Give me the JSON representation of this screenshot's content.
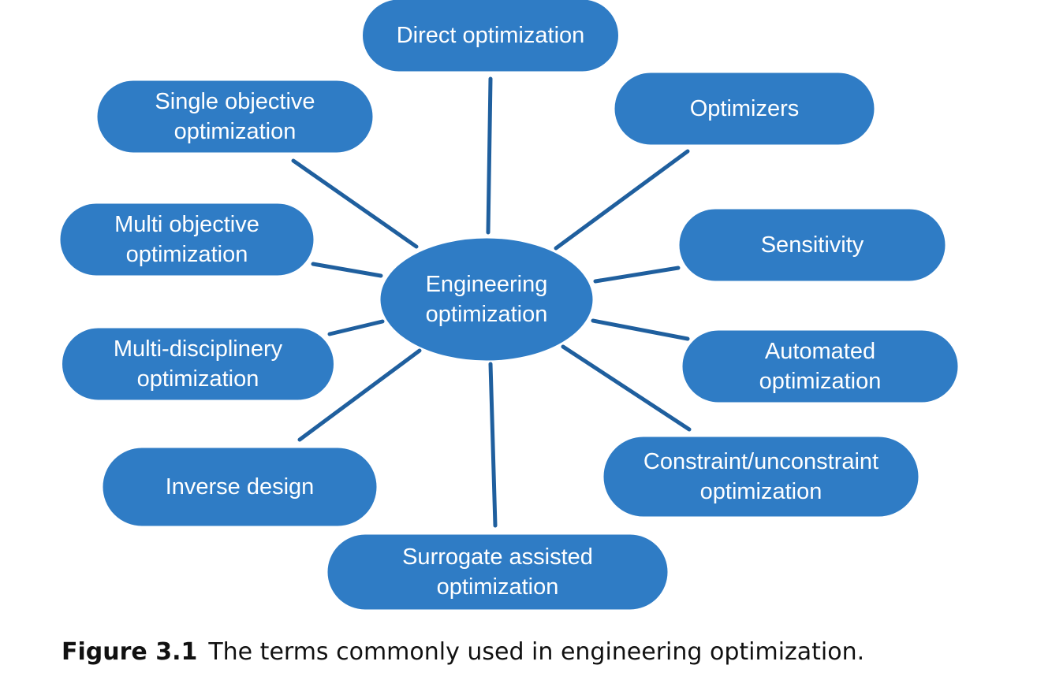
{
  "colors": {
    "node_fill": "#2f7cc5",
    "connector": "#1f5f9e",
    "text": "#ffffff"
  },
  "center": {
    "id": "engineering",
    "lines": [
      "Engineering",
      "optimization"
    ]
  },
  "nodes": [
    {
      "id": "direct",
      "lines": [
        "Direct optimization"
      ]
    },
    {
      "id": "optimizers",
      "lines": [
        "Optimizers"
      ]
    },
    {
      "id": "sensitivity",
      "lines": [
        "Sensitivity"
      ]
    },
    {
      "id": "automated",
      "lines": [
        "Automated",
        "optimization"
      ]
    },
    {
      "id": "constraint",
      "lines": [
        "Constraint/unconstraint",
        "optimization"
      ]
    },
    {
      "id": "surrogate",
      "lines": [
        "Surrogate assisted",
        "optimization"
      ]
    },
    {
      "id": "inverse",
      "lines": [
        "Inverse design"
      ]
    },
    {
      "id": "multidisc",
      "lines": [
        "Multi-disciplinery",
        "optimization"
      ]
    },
    {
      "id": "multiobj",
      "lines": [
        "Multi objective",
        "optimization"
      ]
    },
    {
      "id": "singleobj",
      "lines": [
        "Single objective",
        "optimization"
      ]
    }
  ],
  "caption": {
    "label": "Figure 3.1",
    "text": "The terms commonly used in engineering optimization."
  }
}
